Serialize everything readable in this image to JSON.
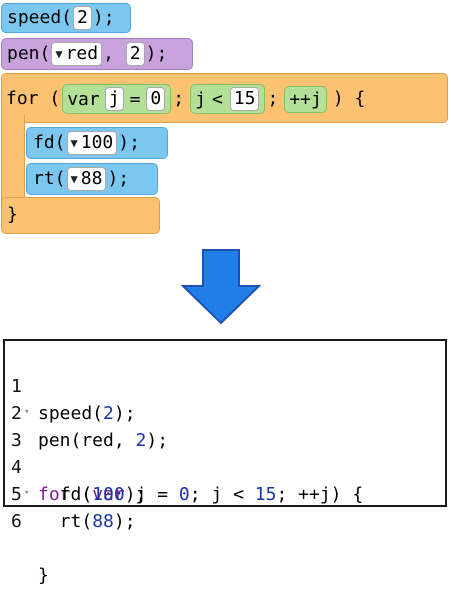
{
  "blocks": {
    "speed": {
      "func": "speed(",
      "value": "2",
      "end": ");"
    },
    "pen": {
      "func": "pen(",
      "color": "red",
      "sep": ",",
      "width": "2",
      "end": ");"
    },
    "for_loop": {
      "keyword": "for",
      "open": "(",
      "init": {
        "kw": "var",
        "var": "j",
        "op": "=",
        "value": "0"
      },
      "semi1": ";",
      "cond": {
        "var": "j",
        "op": "<",
        "value": "15"
      },
      "semi2": ";",
      "step": "++j",
      "close": ") {",
      "body": [
        {
          "func": "fd(",
          "value": "100",
          "end": ");"
        },
        {
          "func": "rt(",
          "value": "88",
          "end": ");"
        }
      ],
      "end": "}"
    }
  },
  "dropdown_glyph": "▼",
  "arrow_color": "#1f7ee8",
  "code": {
    "line_numbers": [
      "1",
      "2",
      "3",
      "4",
      "5",
      "6"
    ],
    "fold_marker": "▾",
    "l1": {
      "a": "speed(",
      "n": "2",
      "b": ");"
    },
    "l2": {
      "a": "pen(red, ",
      "n": "2",
      "b": ");"
    },
    "l3": {
      "kw1": "for",
      "a": " (",
      "kw2": "var",
      "b": " j = ",
      "n1": "0",
      "c": "; j < ",
      "n2": "15",
      "d": "; ++j) {"
    },
    "l4": {
      "a": "  fd(",
      "n": "100",
      "b": ");"
    },
    "l5": {
      "a": "  rt(",
      "n": "88",
      "b": ");"
    },
    "l6": {
      "a": "}"
    }
  }
}
